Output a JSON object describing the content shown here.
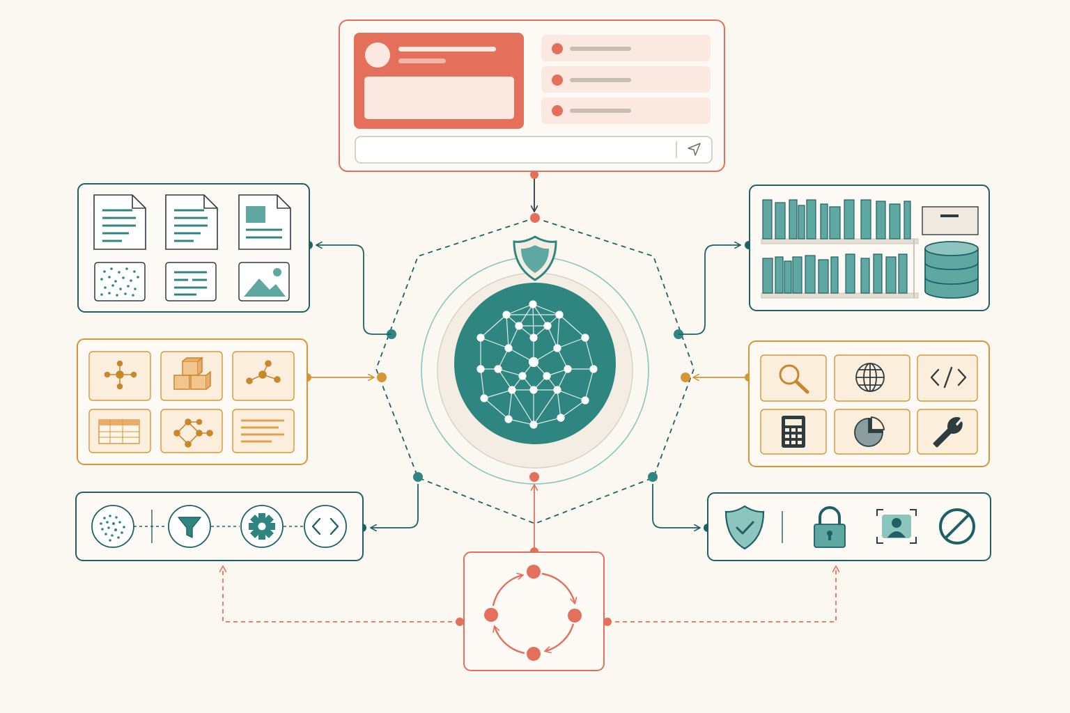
{
  "colors": {
    "background": "#fbf8f2",
    "teal": "#2f8580",
    "teal_dark": "#1f5f66",
    "teal_light": "#8cc4be",
    "coral": "#e4705b",
    "coral_light": "#fbe9e1",
    "gold": "#d89535",
    "gold_light": "#fbeedd",
    "line_grey": "#c9c4ba"
  },
  "diagram": {
    "core": {
      "icon": "neural-network-icon",
      "badge_icon": "shield-icon"
    },
    "modules": [
      {
        "id": "chat-interface",
        "icons": [
          "avatar-icon",
          "message-card-icon",
          "list-item-icon",
          "send-icon"
        ],
        "link": "bidirectional"
      },
      {
        "id": "documents",
        "icons": [
          "document-icon",
          "document-icon",
          "document-image-icon",
          "dot-grid-icon",
          "text-block-icon",
          "image-icon"
        ],
        "link": "output"
      },
      {
        "id": "knowledge-library",
        "icons": [
          "bookshelf-icon",
          "archive-box-icon",
          "database-icon"
        ],
        "link": "output"
      },
      {
        "id": "structured-knowledge",
        "icons": [
          "node-graph-icon",
          "cubes-icon",
          "branch-graph-icon",
          "table-icon",
          "network-icon",
          "text-list-icon"
        ],
        "link": "input"
      },
      {
        "id": "tools",
        "icons": [
          "search-icon",
          "globe-icon",
          "code-icon",
          "calculator-icon",
          "pie-chart-icon",
          "wrench-icon"
        ],
        "link": "input"
      },
      {
        "id": "data-pipeline",
        "icons": [
          "scatter-data-icon",
          "filter-icon",
          "gear-icon",
          "code-icon"
        ],
        "link": "output"
      },
      {
        "id": "safety-controls",
        "icons": [
          "shield-check-icon",
          "lock-icon",
          "user-scan-icon",
          "block-icon"
        ],
        "link": "output"
      },
      {
        "id": "feedback-loop",
        "icons": [
          "cycle-icon"
        ],
        "link": "input"
      }
    ]
  }
}
